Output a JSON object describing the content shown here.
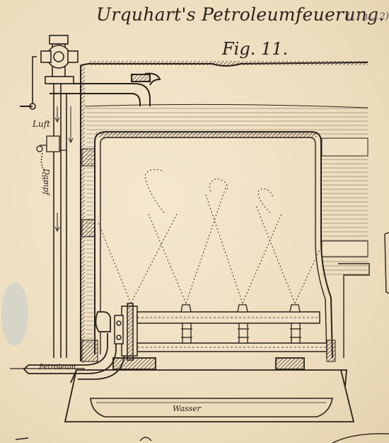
{
  "header": {
    "title": "Urquhart's Petroleumfeuerung.",
    "subtitle": "(11 u.12)",
    "figure_label": "Fig. 11."
  },
  "labels": {
    "luft": "Luft",
    "dampf": "Dampf",
    "petroleum": "Petroleum",
    "wasser": "Wasser"
  },
  "colors": {
    "paper": "#efe1c4",
    "ink": "#2a211a"
  }
}
